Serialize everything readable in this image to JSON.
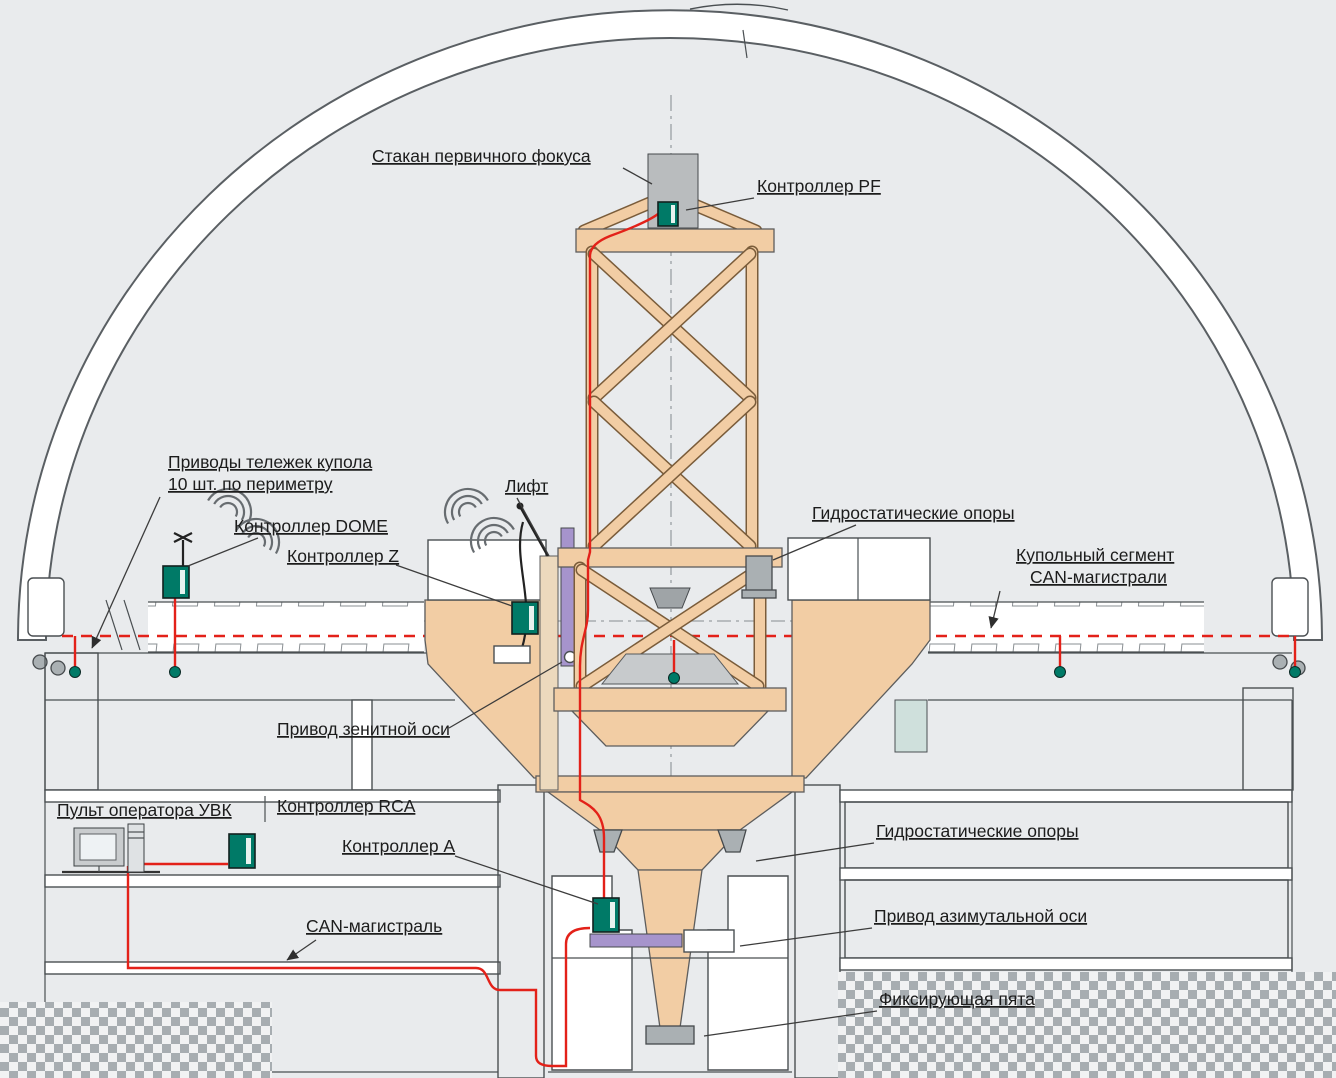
{
  "diagram": {
    "labels": {
      "primary_focus": "Стакан первичного фокуса",
      "pf_controller": "Контроллер PF",
      "dome_drives_line1": "Приводы тележек купола",
      "dome_drives_line2": "10 шт. по периметру",
      "dome_controller": "Контроллер DOME",
      "z_controller": "Контроллер Z",
      "lift": "Лифт",
      "hydro_top": "Гидростатические опоры",
      "dome_segment_line1": "Купольный сегмент",
      "dome_segment_line2": "CAN-магистрали",
      "zenith_drive": "Привод зенитной оси",
      "operator_console": "Пульт оператора УВК",
      "rca_controller": "Контроллер RCA",
      "a_controller": "Контроллер A",
      "hydro_bottom": "Гидростатические опоры",
      "can_bus": "CAN-магистраль",
      "azimuth_drive": "Привод азимутальной оси",
      "fixing_heel": "Фиксирующая пята"
    },
    "colors": {
      "background": "#e9ebed",
      "structure_beige": "#f2cda4",
      "cable_red": "#e32119",
      "controller_teal": "#007a67",
      "lift_purple": "#a694cc",
      "outline_gray": "#4a4f52"
    }
  }
}
